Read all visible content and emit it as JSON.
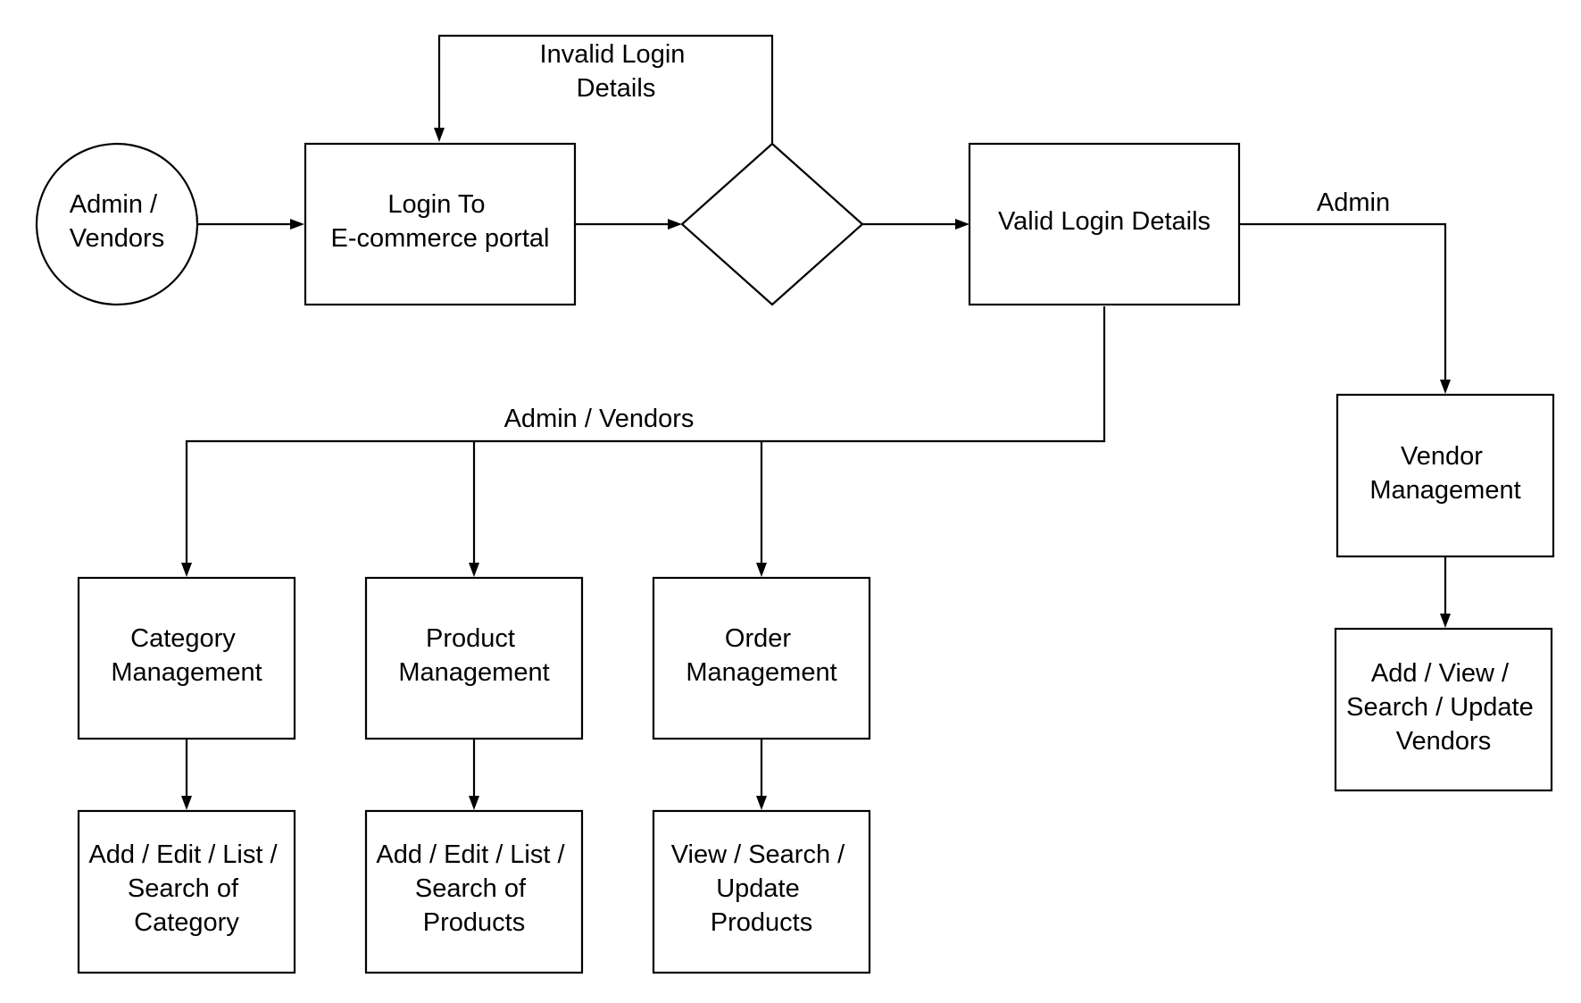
{
  "nodes": {
    "start": [
      "Admin /",
      "Vendors"
    ],
    "login": [
      "Login To",
      "E-commerce portal"
    ],
    "valid": [
      "Valid Login Details"
    ],
    "category": [
      "Category",
      "Management"
    ],
    "product": [
      "Product",
      "Management"
    ],
    "order": [
      "Order",
      "Management"
    ],
    "vendor": [
      "Vendor",
      "Management"
    ],
    "category_actions": [
      "Add / Edit / List /",
      "Search of",
      "Category"
    ],
    "product_actions": [
      "Add / Edit / List /",
      "Search of",
      "Products"
    ],
    "order_actions": [
      "View / Search /",
      "Update",
      "Products"
    ],
    "vendor_actions": [
      "Add / View /",
      "Search / Update",
      "Vendors"
    ]
  },
  "edge_labels": {
    "invalid": [
      "Invalid Login",
      "Details"
    ],
    "admin": [
      "Admin"
    ],
    "admin_vendors": [
      "Admin / Vendors"
    ]
  }
}
